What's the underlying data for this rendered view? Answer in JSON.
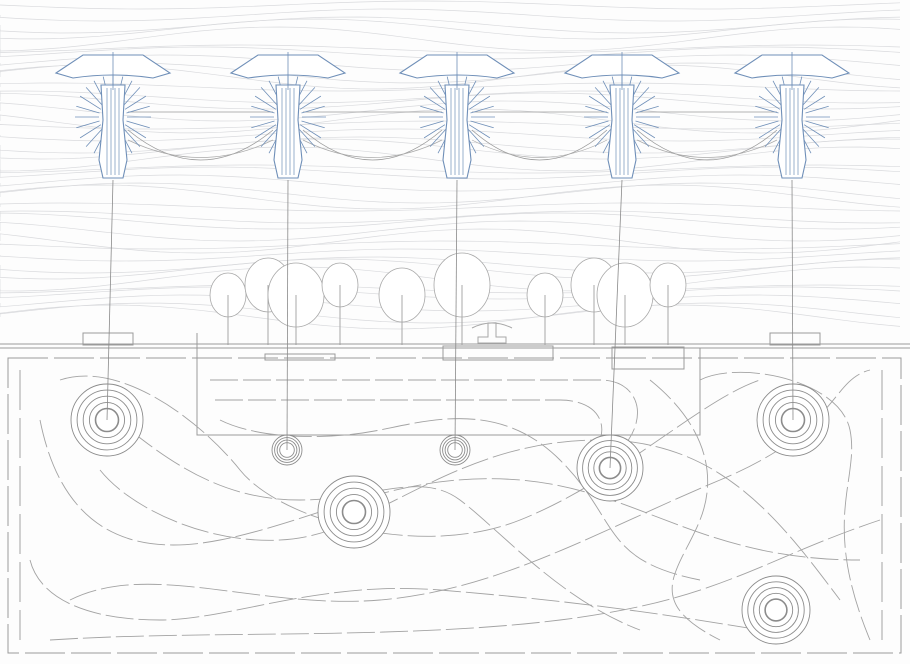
{
  "colors": {
    "background": "#fdfdfd",
    "sky_lines": "#d9dadd",
    "umbrella": "#6f8fb8",
    "ground_lines": "#9a9a9a",
    "flow_lines": "#a3a3a3",
    "trees": "#a8a8a8"
  },
  "umbrella_count": 5,
  "well_count": 7,
  "tree_count": 10
}
